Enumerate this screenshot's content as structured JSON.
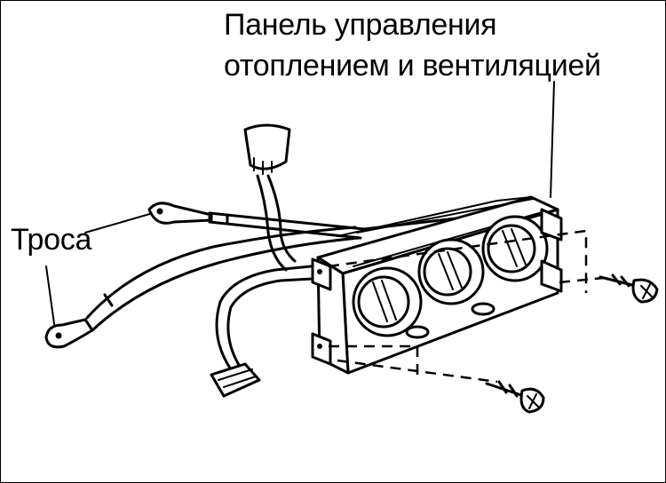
{
  "labels": {
    "panel_line1": "Панель управления",
    "panel_line2": "отоплением и вентиляцией",
    "cables": "Троса"
  }
}
